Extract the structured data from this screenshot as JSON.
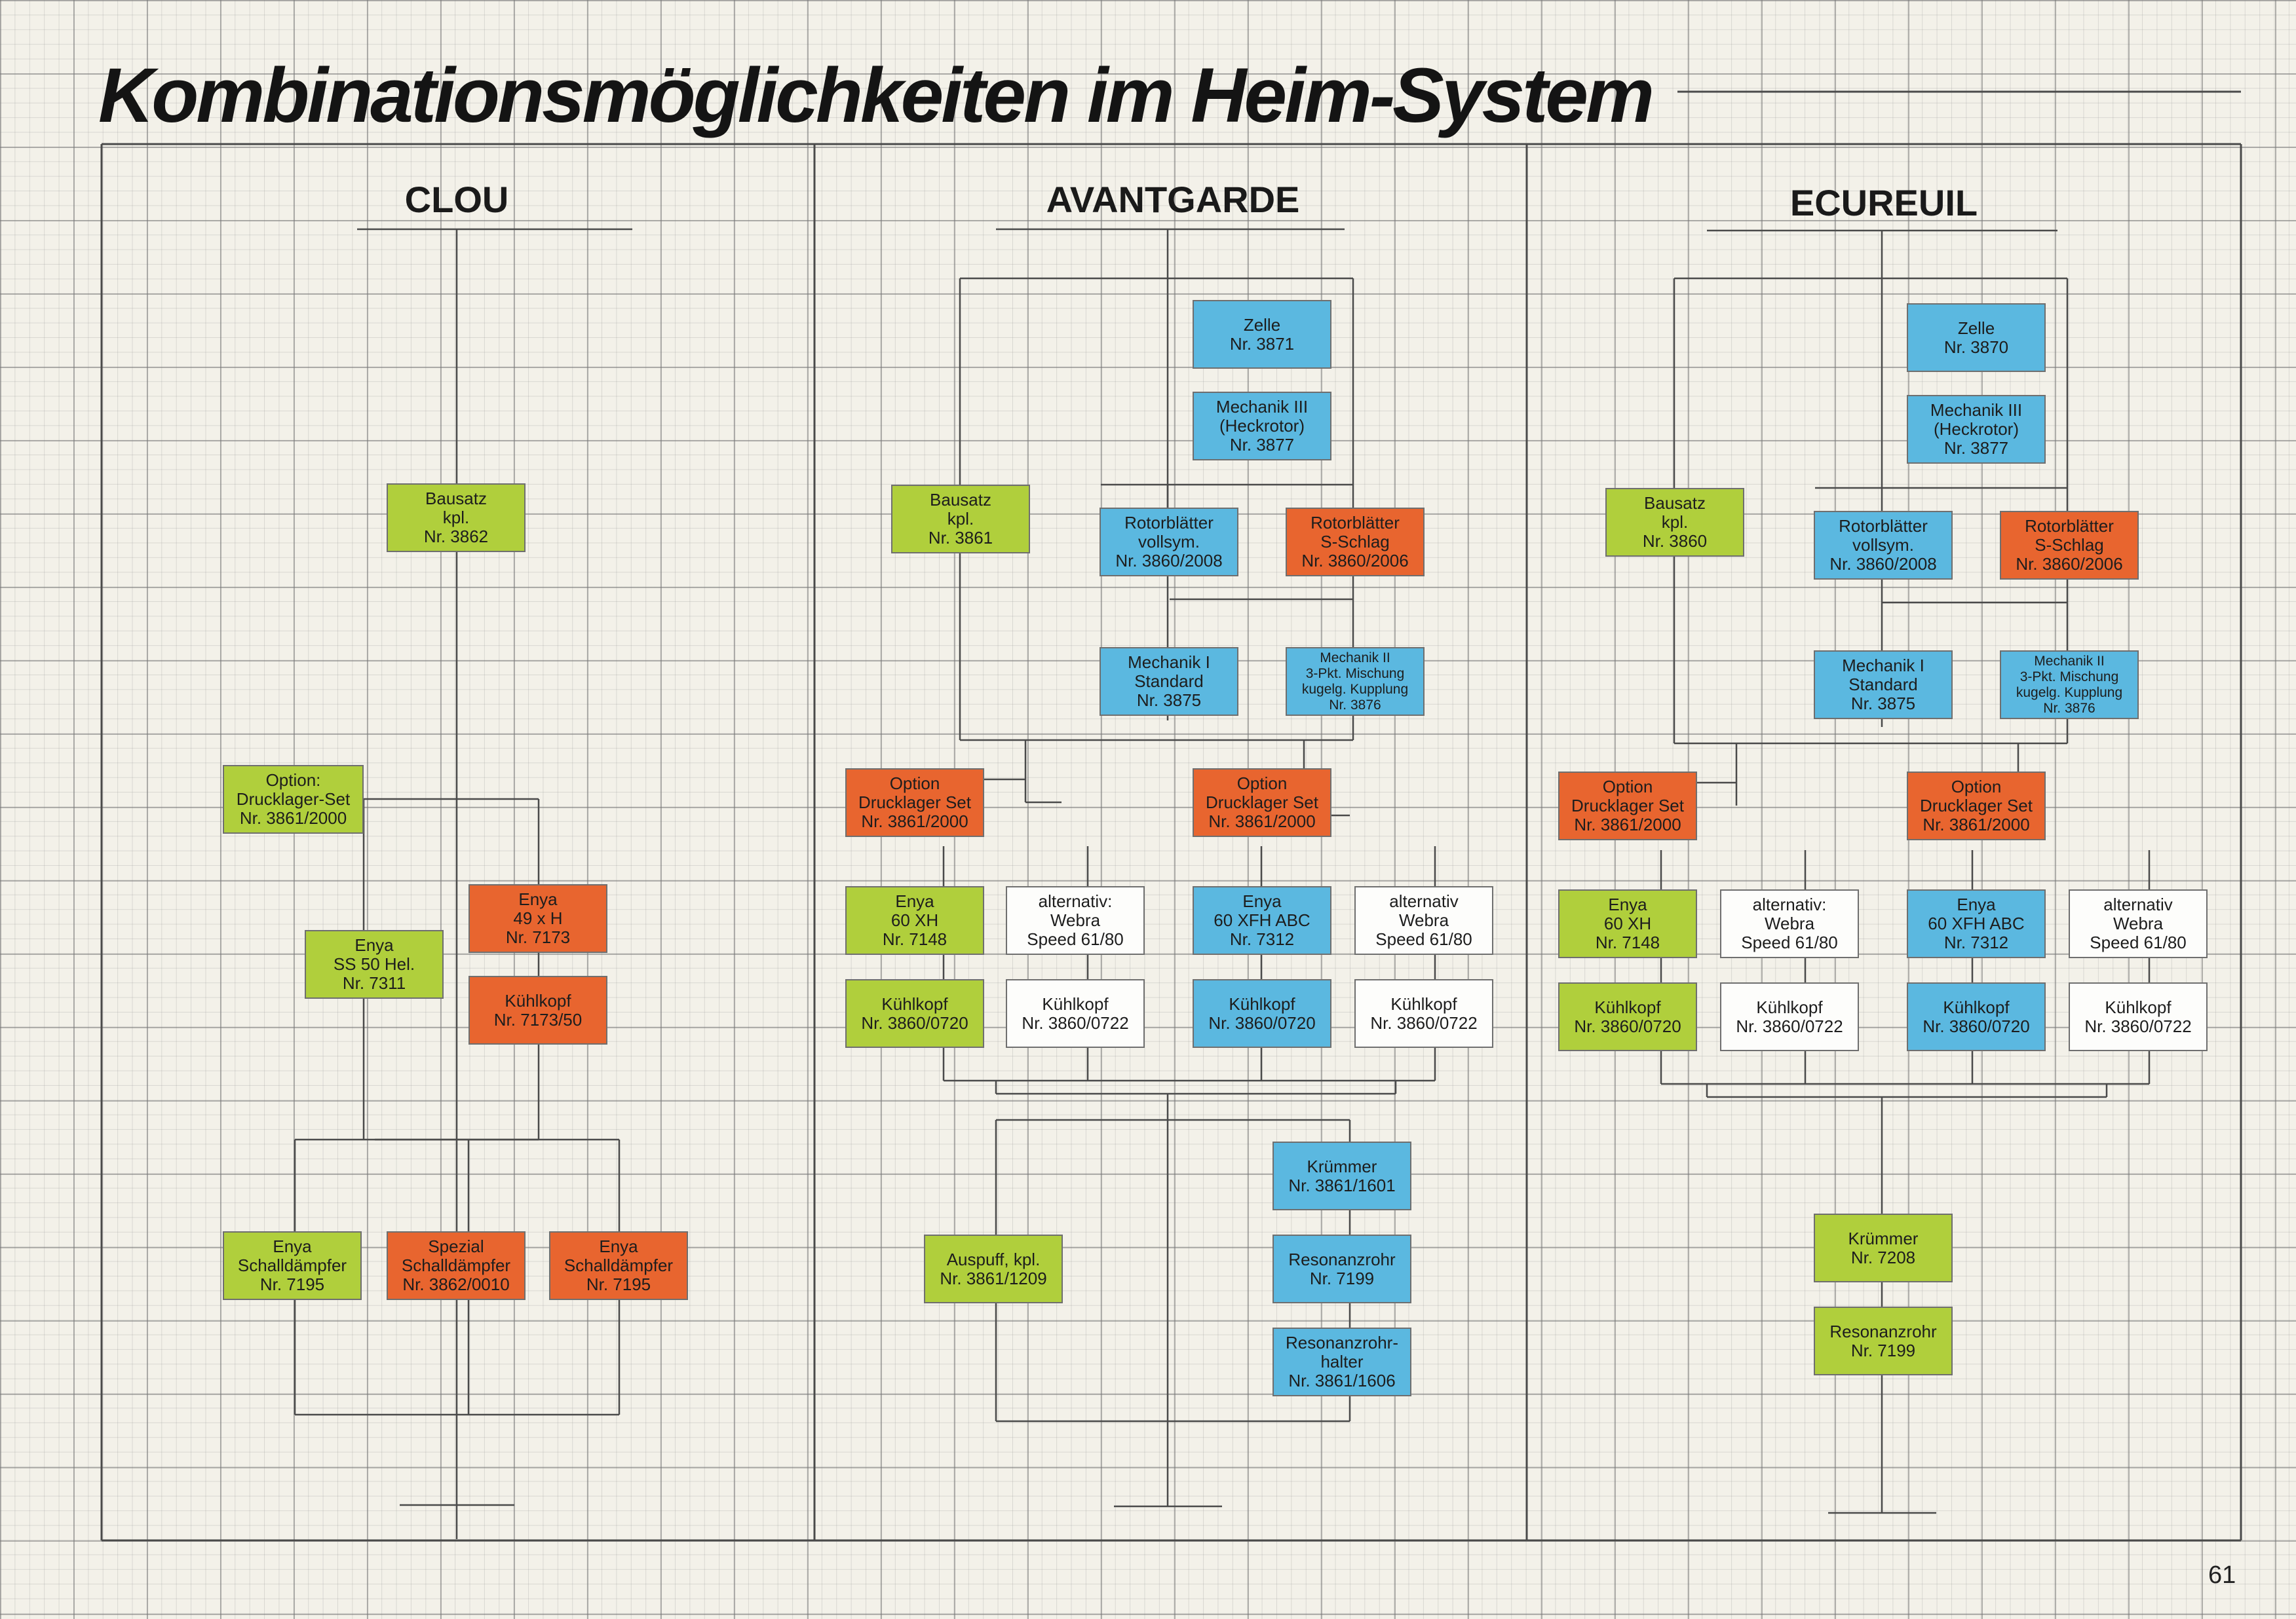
{
  "title": "Kombinationsmöglichkeiten im Heim-System",
  "page_number": "61",
  "colors": {
    "green": "#b0cf3c",
    "blue": "#5bb8e0",
    "orange": "#e8652f",
    "white": "#fdfdfb",
    "line": "#4a4a4a"
  },
  "columns": [
    {
      "title": "CLOU",
      "nodes": [
        {
          "id": "c-bausatz",
          "color": "green",
          "text": "Bausatz\nkpl.\nNr. 3862"
        },
        {
          "id": "c-option",
          "color": "green",
          "text": "Option:\nDrucklager-Set\nNr. 3861/2000"
        },
        {
          "id": "c-enya49",
          "color": "orange",
          "text": "Enya\n49 x H\nNr. 7173"
        },
        {
          "id": "c-enyass50",
          "color": "green",
          "text": "Enya\nSS 50 Hel.\nNr. 7311"
        },
        {
          "id": "c-kuehlkopf",
          "color": "orange",
          "text": "Kühlkopf\nNr. 7173/50"
        },
        {
          "id": "c-schall-g",
          "color": "green",
          "text": "Enya\nSchalldämpfer\nNr. 7195"
        },
        {
          "id": "c-spezial",
          "color": "orange",
          "text": "Spezial\nSchalldämpfer\nNr. 3862/0010"
        },
        {
          "id": "c-schall-o",
          "color": "orange",
          "text": "Enya\nSchalldämpfer\nNr. 7195"
        }
      ]
    },
    {
      "title": "AVANTGARDE",
      "nodes": [
        {
          "id": "a-zelle",
          "color": "blue",
          "text": "Zelle\nNr. 3871"
        },
        {
          "id": "a-mech3",
          "color": "blue",
          "text": "Mechanik III\n(Heckrotor)\nNr. 3877"
        },
        {
          "id": "a-bausatz",
          "color": "green",
          "text": "Bausatz\nkpl.\nNr. 3861"
        },
        {
          "id": "a-rotor-v",
          "color": "blue",
          "text": "Rotorblätter\nvollsym.\nNr. 3860/2008"
        },
        {
          "id": "a-rotor-s",
          "color": "orange",
          "text": "Rotorblätter\nS-Schlag\nNr. 3860/2006"
        },
        {
          "id": "a-mech1",
          "color": "blue",
          "text": "Mechanik I\nStandard\nNr. 3875"
        },
        {
          "id": "a-mech2",
          "color": "blue",
          "small": true,
          "text": "Mechanik II\n3-Pkt. Mischung\nkugelg. Kupplung\nNr. 3876"
        },
        {
          "id": "a-opt1",
          "color": "orange",
          "text": "Option\nDrucklager Set\nNr. 3861/2000"
        },
        {
          "id": "a-opt2",
          "color": "orange",
          "text": "Option\nDrucklager Set\nNr. 3861/2000"
        },
        {
          "id": "a-enya60xh",
          "color": "green",
          "text": "Enya\n60 XH\nNr. 7148"
        },
        {
          "id": "a-alt1",
          "color": "white",
          "text": "alternativ:\nWebra\nSpeed 61/80"
        },
        {
          "id": "a-enya60abc",
          "color": "blue",
          "text": "Enya\n60 XFH ABC\nNr. 7312"
        },
        {
          "id": "a-alt2",
          "color": "white",
          "text": "alternativ\nWebra\nSpeed 61/80"
        },
        {
          "id": "a-kk1",
          "color": "green",
          "text": "Kühlkopf\nNr. 3860/0720"
        },
        {
          "id": "a-kk2",
          "color": "white",
          "text": "Kühlkopf\nNr. 3860/0722"
        },
        {
          "id": "a-kk3",
          "color": "blue",
          "text": "Kühlkopf\nNr. 3860/0720"
        },
        {
          "id": "a-kk4",
          "color": "white",
          "text": "Kühlkopf\nNr. 3860/0722"
        },
        {
          "id": "a-kruemmer",
          "color": "blue",
          "text": "Krümmer\nNr. 3861/1601"
        },
        {
          "id": "a-auspuff",
          "color": "green",
          "text": "Auspuff, kpl.\nNr. 3861/1209"
        },
        {
          "id": "a-resonanz",
          "color": "blue",
          "text": "Resonanzrohr\nNr. 7199"
        },
        {
          "id": "a-halter",
          "color": "blue",
          "text": "Resonanzrohr-\nhalter\nNr. 3861/1606"
        }
      ]
    },
    {
      "title": "ECUREUIL",
      "nodes": [
        {
          "id": "e-zelle",
          "color": "blue",
          "text": "Zelle\nNr. 3870"
        },
        {
          "id": "e-mech3",
          "color": "blue",
          "text": "Mechanik III\n(Heckrotor)\nNr. 3877"
        },
        {
          "id": "e-bausatz",
          "color": "green",
          "text": "Bausatz\nkpl.\nNr. 3860"
        },
        {
          "id": "e-rotor-v",
          "color": "blue",
          "text": "Rotorblätter\nvollsym.\nNr. 3860/2008"
        },
        {
          "id": "e-rotor-s",
          "color": "orange",
          "text": "Rotorblätter\nS-Schlag\nNr. 3860/2006"
        },
        {
          "id": "e-mech1",
          "color": "blue",
          "text": "Mechanik I\nStandard\nNr. 3875"
        },
        {
          "id": "e-mech2",
          "color": "blue",
          "small": true,
          "text": "Mechanik II\n3-Pkt. Mischung\nkugelg. Kupplung\nNr. 3876"
        },
        {
          "id": "e-opt1",
          "color": "orange",
          "text": "Option\nDrucklager Set\nNr. 3861/2000"
        },
        {
          "id": "e-opt2",
          "color": "orange",
          "text": "Option\nDrucklager Set\nNr. 3861/2000"
        },
        {
          "id": "e-enya60xh",
          "color": "green",
          "text": "Enya\n60 XH\nNr. 7148"
        },
        {
          "id": "e-alt1",
          "color": "white",
          "text": "alternativ:\nWebra\nSpeed 61/80"
        },
        {
          "id": "e-enya60abc",
          "color": "blue",
          "text": "Enya\n60 XFH ABC\nNr. 7312"
        },
        {
          "id": "e-alt2",
          "color": "white",
          "text": "alternativ\nWebra\nSpeed 61/80"
        },
        {
          "id": "e-kk1",
          "color": "green",
          "text": "Kühlkopf\nNr. 3860/0720"
        },
        {
          "id": "e-kk2",
          "color": "white",
          "text": "Kühlkopf\nNr. 3860/0722"
        },
        {
          "id": "e-kk3",
          "color": "blue",
          "text": "Kühlkopf\nNr. 3860/0720"
        },
        {
          "id": "e-kk4",
          "color": "white",
          "text": "Kühlkopf\nNr. 3860/0722"
        },
        {
          "id": "e-kruemmer",
          "color": "green",
          "text": "Krümmer\nNr. 7208"
        },
        {
          "id": "e-resonanz",
          "color": "green",
          "text": "Resonanzrohr\nNr. 7199"
        }
      ]
    }
  ]
}
